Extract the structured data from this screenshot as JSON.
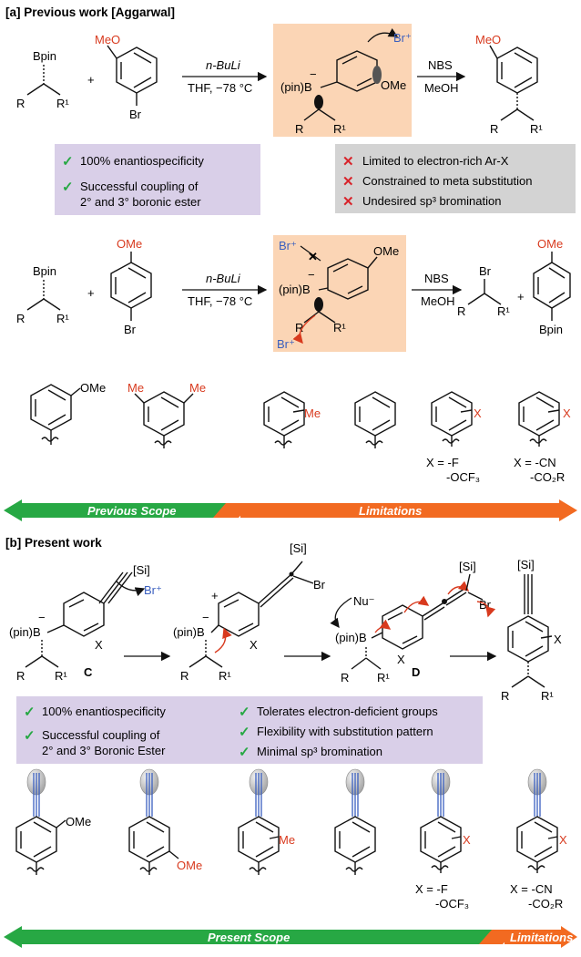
{
  "a": {
    "header": "[a] Previous work [Aggarwal]",
    "row1": {
      "reagent_top": "n-BuLi",
      "reagent_bottom": "THF, −78 °C",
      "step2_top": "NBS",
      "step2_bottom": "MeOH",
      "bpin": "Bpin",
      "R": "R",
      "R1": "R¹",
      "plus": "+",
      "meo": "MeO",
      "br": "Br",
      "pinB": "(pin)B",
      "ome": "OMe",
      "brplus": "Br⁺",
      "minus": "−"
    },
    "pros": [
      "100% enantiospecificity",
      "Successful coupling of",
      "2° and 3° boronic ester"
    ],
    "cons": [
      "Limited to electron-rich Ar-X",
      "Constrained to meta substitution",
      "Undesired sp³ bromination"
    ],
    "row2": {
      "reagent_top": "n-BuLi",
      "reagent_bottom": "THF, −78 °C",
      "step2_top": "NBS",
      "step2_bottom": "MeOH",
      "bpin": "Bpin",
      "ome": "OMe",
      "br": "Br",
      "pinB": "(pin)B",
      "brplus": "Br⁺",
      "R": "R",
      "R1": "R¹"
    },
    "scope": {
      "ome": "OMe",
      "me": "Me",
      "x": "X",
      "xf1": "X = -F",
      "xf2": "-OCF₃",
      "xc1": "X = -CN",
      "xc2": "-CO₂R"
    },
    "banner_left": "Previous Scope",
    "banner_right": "Limitations"
  },
  "b": {
    "header": "[b] Present work",
    "si": "[Si]",
    "pinB": "(pin)B",
    "x": "X",
    "R": "R",
    "R1": "R¹",
    "C": "C",
    "D": "D",
    "nu": "Nu⁻",
    "br": "Br",
    "brplus": "Br⁺",
    "minus": "−",
    "plus": "+",
    "pros_left": [
      "100% enantiospecificity",
      "Successful coupling of",
      "2° and 3° Boronic Ester"
    ],
    "pros_right": [
      "Tolerates electron-deficient groups",
      "Flexibility with substitution pattern",
      "Minimal sp³ bromination"
    ],
    "scope": {
      "ome": "OMe",
      "me": "Me",
      "x": "X",
      "xf1": "X = -F",
      "xf2": "-OCF₃",
      "xc1": "X = -CN",
      "xc2": "-CO₂R"
    },
    "banner_left": "Present Scope",
    "banner_right": "Limitations"
  },
  "colors": {
    "peach": "#fbd5b5",
    "lavender": "#d9cfe8",
    "grey": "#d3d3d3",
    "green": "#27a844",
    "orange": "#f26a21",
    "red": "#d83a1e",
    "blue": "#3a5fbf"
  }
}
